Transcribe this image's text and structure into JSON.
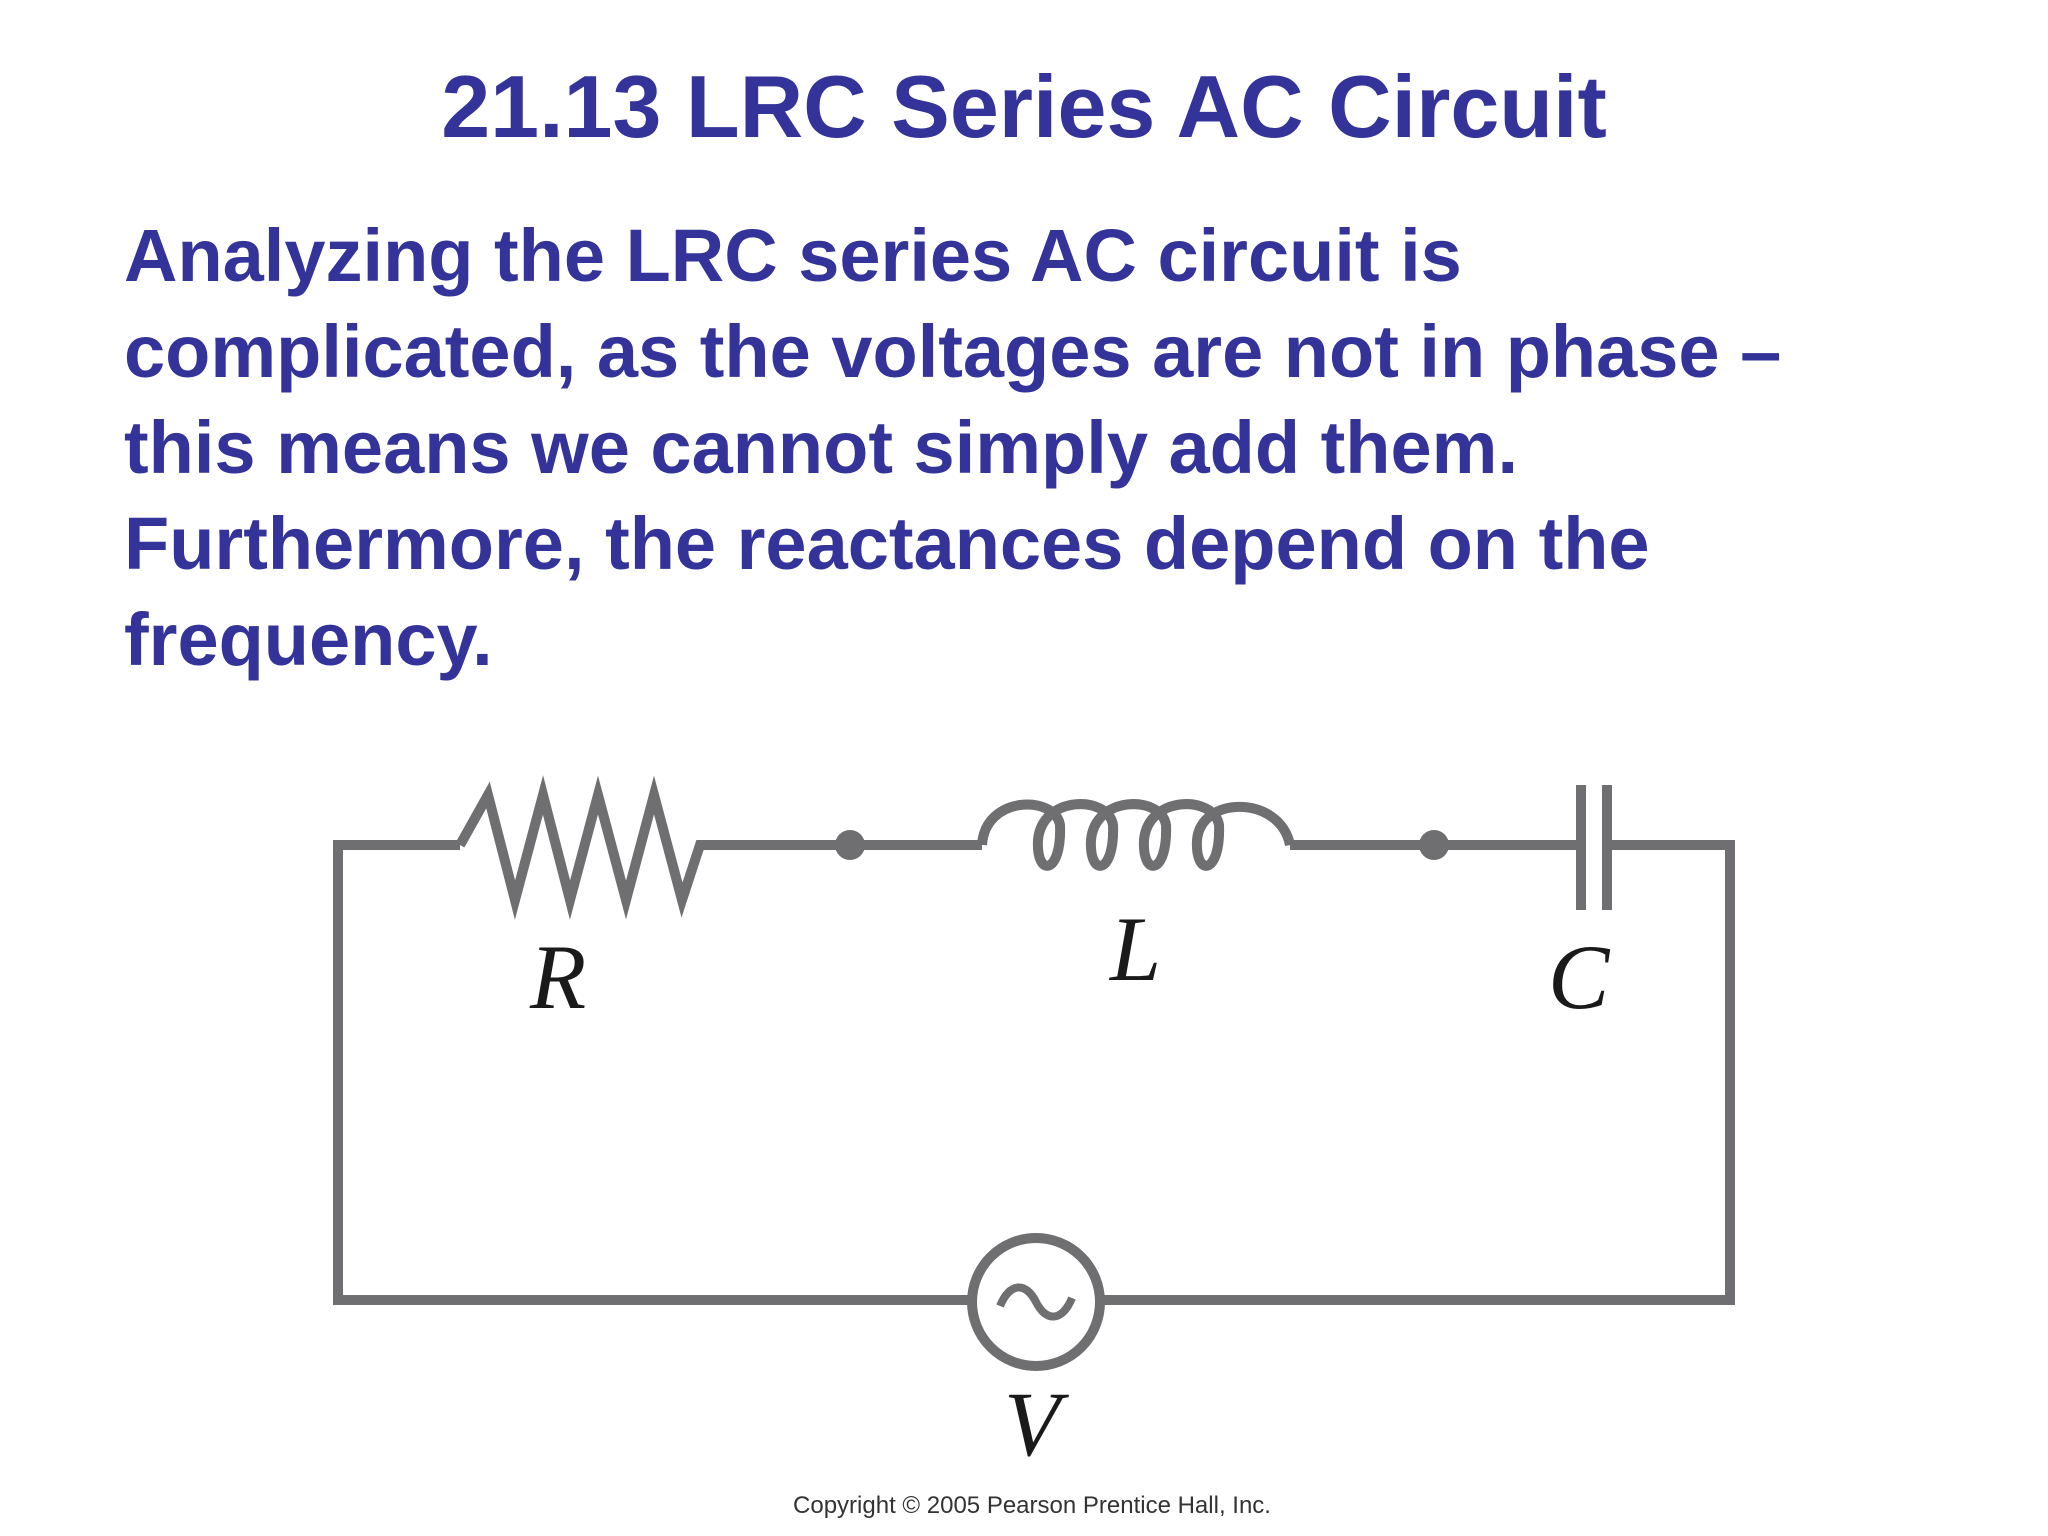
{
  "slide": {
    "title": "21.13 LRC Series AC Circuit",
    "body_lines": [
      "Analyzing the LRC series AC circuit is",
      "complicated, as the voltages are not in phase –",
      "this means we cannot simply add them.",
      "Furthermore, the reactances depend on the",
      "frequency."
    ]
  },
  "diagram": {
    "labels": {
      "resistor": "R",
      "inductor": "L",
      "capacitor": "C",
      "source": "V"
    },
    "source_symbol": "~",
    "copyright": "Copyright © 2005 Pearson Prentice Hall, Inc."
  },
  "colors": {
    "text": "#333399",
    "wire": "#6f6e70",
    "background": "#ffffff"
  }
}
